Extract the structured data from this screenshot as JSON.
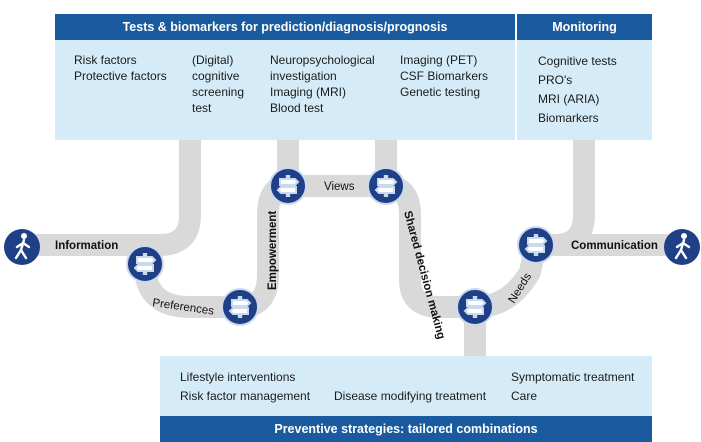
{
  "top_panel": {
    "tests_header": "Tests & biomarkers for prediction/diagnosis/prognosis",
    "monitoring_header": "Monitoring",
    "col1": [
      "Risk factors",
      "Protective factors"
    ],
    "col2": [
      "(Digital)",
      "cognitive",
      "screening",
      "test"
    ],
    "col3": [
      "Neuropsychological",
      "investigation",
      "Imaging (MRI)",
      "Blood test"
    ],
    "col4": [
      "Imaging (PET)",
      "CSF Biomarkers",
      "Genetic testing"
    ],
    "monitoring_items": [
      "Cognitive tests",
      "PRO's",
      "MRI (ARIA)",
      "Biomarkers"
    ]
  },
  "path": {
    "information": "Information",
    "communication": "Communication",
    "preferences": "Preferences",
    "empowerment": "Empowerment",
    "views": "Views",
    "shared_decision": "Shared decision making",
    "needs": "Needs"
  },
  "bottom_panel": {
    "items_left": [
      "Lifestyle interventions",
      "Risk factor management"
    ],
    "item_mid": "Disease modifying treatment",
    "items_right": [
      "Symptomatic treatment",
      "Care"
    ],
    "footer": "Preventive strategies: tailored combinations"
  },
  "colors": {
    "header_blue": "#1a5a9e",
    "panel_light": "#d5ecf8",
    "road_gray": "#d9d9d9",
    "node_navy": "#1f3f86"
  },
  "icons": [
    "walking-person-icon",
    "signpost-icon"
  ]
}
